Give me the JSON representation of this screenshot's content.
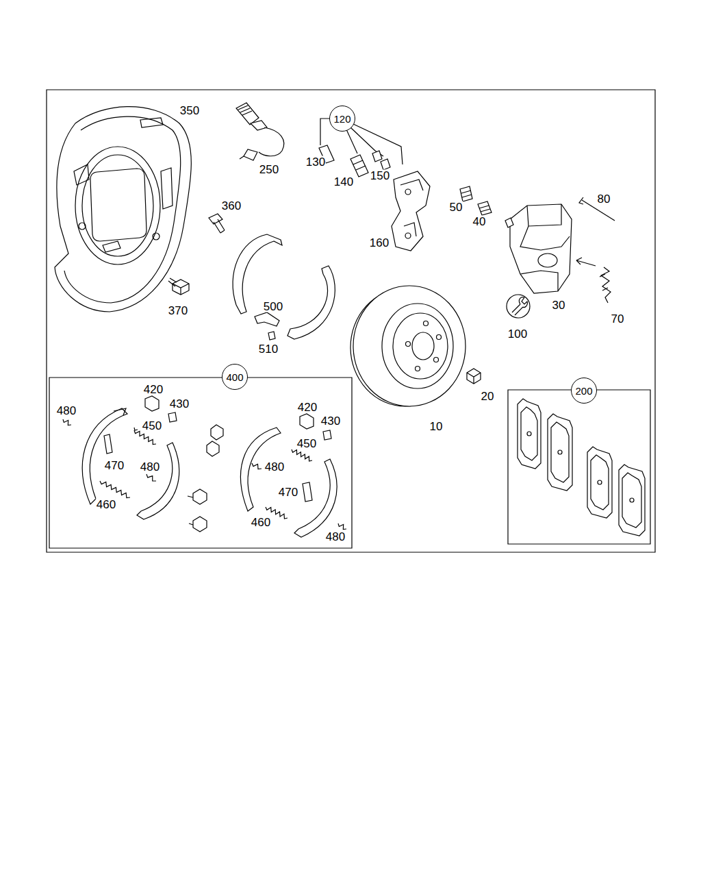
{
  "diagram": {
    "nodes": [
      {
        "text": [
          "120"
        ]
      },
      {
        "text": [
          "400"
        ]
      },
      {
        "text": [
          "200"
        ]
      }
    ],
    "labels": [
      "350",
      "250",
      "130",
      "140",
      "150",
      "360",
      "50",
      "40",
      "80",
      "160",
      "30",
      "70",
      "370",
      "500",
      "510",
      "100",
      "10",
      "20",
      "420",
      "430",
      "480",
      "450",
      "470",
      "480",
      "460",
      "420",
      "430",
      "450",
      "480",
      "470",
      "460",
      "480"
    ]
  }
}
